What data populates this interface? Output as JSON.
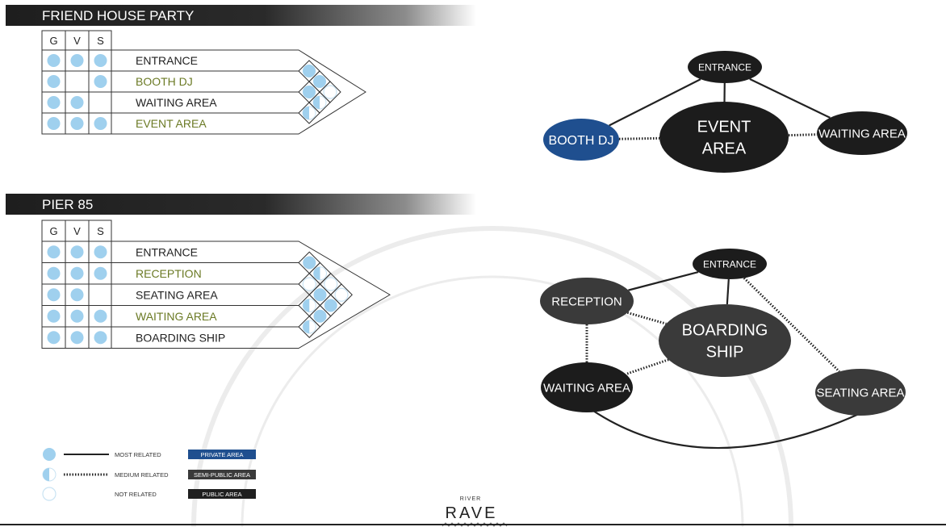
{
  "sections": [
    {
      "title": "FRIEND HOUSE PARTY",
      "matrix": {
        "headers": [
          "G",
          "V",
          "S"
        ],
        "rows": [
          {
            "label": "ENTRANCE",
            "olive": false,
            "dots": [
              true,
              true,
              true
            ]
          },
          {
            "label": "BOOTH DJ",
            "olive": true,
            "dots": [
              true,
              false,
              true
            ]
          },
          {
            "label": "WAITING AREA",
            "olive": false,
            "dots": [
              true,
              true,
              false
            ]
          },
          {
            "label": "EVENT AREA",
            "olive": true,
            "dots": [
              true,
              true,
              true
            ]
          }
        ],
        "relations": [
          "most",
          "most",
          "not",
          "most",
          "half",
          "half"
        ]
      },
      "bubbles": [
        {
          "id": "entrance",
          "lines": [
            "ENTRANCE"
          ],
          "type": "public"
        },
        {
          "id": "booth",
          "lines": [
            "BOOTH DJ"
          ],
          "type": "private"
        },
        {
          "id": "event",
          "lines": [
            "EVENT",
            "AREA"
          ],
          "type": "public"
        },
        {
          "id": "waiting",
          "lines": [
            "WAITING AREA"
          ],
          "type": "public"
        }
      ],
      "links": [
        {
          "from": "entrance",
          "to": "booth",
          "kind": "most"
        },
        {
          "from": "entrance",
          "to": "event",
          "kind": "most"
        },
        {
          "from": "entrance",
          "to": "waiting",
          "kind": "most"
        },
        {
          "from": "booth",
          "to": "event",
          "kind": "medium"
        },
        {
          "from": "event",
          "to": "waiting",
          "kind": "medium"
        }
      ]
    },
    {
      "title": "PIER 85",
      "matrix": {
        "headers": [
          "G",
          "V",
          "S"
        ],
        "rows": [
          {
            "label": "ENTRANCE",
            "olive": false,
            "dots": [
              true,
              true,
              true
            ]
          },
          {
            "label": "RECEPTION",
            "olive": true,
            "dots": [
              true,
              true,
              true
            ]
          },
          {
            "label": "SEATING AREA",
            "olive": false,
            "dots": [
              true,
              true,
              false
            ]
          },
          {
            "label": "WAITING AREA",
            "olive": true,
            "dots": [
              true,
              true,
              true
            ]
          },
          {
            "label": "BOARDING SHIP",
            "olive": false,
            "dots": [
              true,
              true,
              true
            ]
          }
        ],
        "relations": [
          "most",
          "half",
          "not",
          "not",
          "not",
          "most",
          "most",
          "half",
          "most",
          "half"
        ]
      },
      "bubbles": [
        {
          "id": "entrance",
          "lines": [
            "ENTRANCE"
          ],
          "type": "public"
        },
        {
          "id": "reception",
          "lines": [
            "RECEPTION"
          ],
          "type": "semi"
        },
        {
          "id": "boarding",
          "lines": [
            "BOARDING",
            "SHIP"
          ],
          "type": "semi"
        },
        {
          "id": "waiting",
          "lines": [
            "WAITING AREA"
          ],
          "type": "public"
        },
        {
          "id": "seating",
          "lines": [
            "SEATING AREA"
          ],
          "type": "semi"
        }
      ],
      "links": [
        {
          "from": "entrance",
          "to": "reception",
          "kind": "most"
        },
        {
          "from": "entrance",
          "to": "boarding",
          "kind": "most"
        },
        {
          "from": "entrance",
          "to": "seating",
          "kind": "medium"
        },
        {
          "from": "reception",
          "to": "boarding",
          "kind": "medium"
        },
        {
          "from": "reception",
          "to": "waiting",
          "kind": "medium"
        },
        {
          "from": "boarding",
          "to": "waiting",
          "kind": "medium"
        },
        {
          "from": "waiting",
          "to": "seating",
          "kind": "most"
        }
      ]
    }
  ],
  "legend": {
    "relations": [
      {
        "icon": "full",
        "line": "most",
        "label": "MOST RELATED"
      },
      {
        "icon": "half",
        "line": "medium",
        "label": "MEDIUM RELATED"
      },
      {
        "icon": "empty",
        "line": "none",
        "label": "NOT RELATED"
      }
    ],
    "areas": [
      {
        "label": "PRIVATE AREA",
        "color": "#1f4f8f"
      },
      {
        "label": "SEMI-PUBLIC AREA",
        "color": "#3a3a3a"
      },
      {
        "label": "PUBLIC AREA",
        "color": "#1f1f1f"
      }
    ]
  },
  "logo": {
    "small": "RIVER",
    "big": "RAVE"
  },
  "colors": {
    "dot": "#9fd0ee",
    "olive": "#6b7a25",
    "private": "#1f4f8f",
    "semi": "#3a3a3a",
    "public": "#1c1c1c"
  }
}
